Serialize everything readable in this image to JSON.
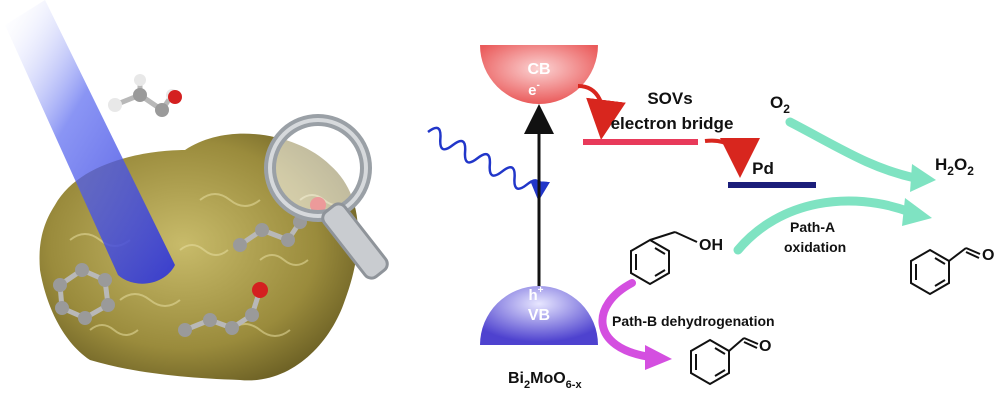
{
  "cb": {
    "label": "CB",
    "carrier": "e",
    "carrier_sup": "-"
  },
  "vb": {
    "label": "VB",
    "carrier": "h",
    "carrier_sup": "+"
  },
  "sovs": {
    "line1": "SOVs",
    "line2": "electron bridge"
  },
  "pd": {
    "label": "Pd"
  },
  "o2": {
    "base": "O",
    "sub": "2"
  },
  "h2o2": {
    "base": "H",
    "sub1": "2",
    "mid": "O",
    "sub2": "2"
  },
  "path_a": {
    "line1": "Path-A",
    "line2": "oxidation"
  },
  "path_b": {
    "label": "Path-B dehydrogenation"
  },
  "alcohol": {
    "group": "OH"
  },
  "aldehyde": {
    "group": "O"
  },
  "catalyst": {
    "p1": "Bi",
    "s1": "2",
    "p2": "MoO",
    "s2": "6-x"
  },
  "colors": {
    "cb": "#ef6262",
    "sovs_bar": "#e83a5a",
    "pd_bar": "#1b1e7a",
    "cyan_arrow": "#7fe3c2",
    "magenta_arrow": "#d44fe0",
    "red_arrow": "#d8261e",
    "light_wave": "#2136c9",
    "vb": "#5b4fd6"
  }
}
